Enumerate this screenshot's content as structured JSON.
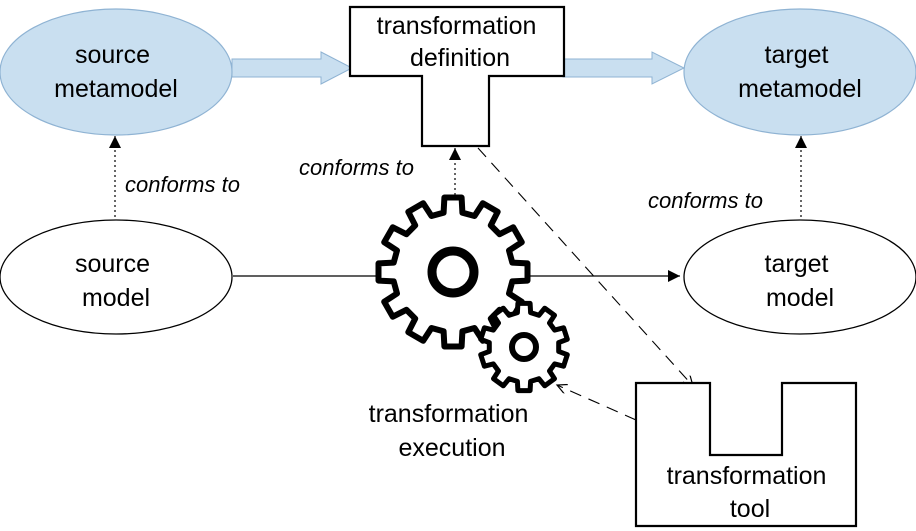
{
  "nodes": {
    "source_metamodel": {
      "lines": [
        "source",
        "metamodel"
      ],
      "fill": "#c9dff0"
    },
    "target_metamodel": {
      "lines": [
        "target",
        "metamodel"
      ],
      "fill": "#c9dff0"
    },
    "source_model": {
      "lines": [
        "source",
        "model"
      ],
      "fill": "#ffffff"
    },
    "target_model": {
      "lines": [
        "target",
        "model"
      ],
      "fill": "#ffffff"
    },
    "transformation_definition": {
      "lines": [
        "transformation",
        "definition"
      ]
    },
    "transformation_tool": {
      "lines": [
        "transformation",
        "tool"
      ]
    },
    "transformation_execution": {
      "lines": [
        "transformation",
        "execution"
      ]
    }
  },
  "edges": {
    "source_conforms": "conforms to",
    "definition_conforms": "conforms to",
    "target_conforms": "conforms to"
  },
  "colors": {
    "arrow_fill": "#c9dff0",
    "arrow_stroke": "#8fb3d3",
    "line": "#000000"
  },
  "icons": {
    "large_gear": "gear-icon",
    "small_gear": "gear-icon"
  }
}
